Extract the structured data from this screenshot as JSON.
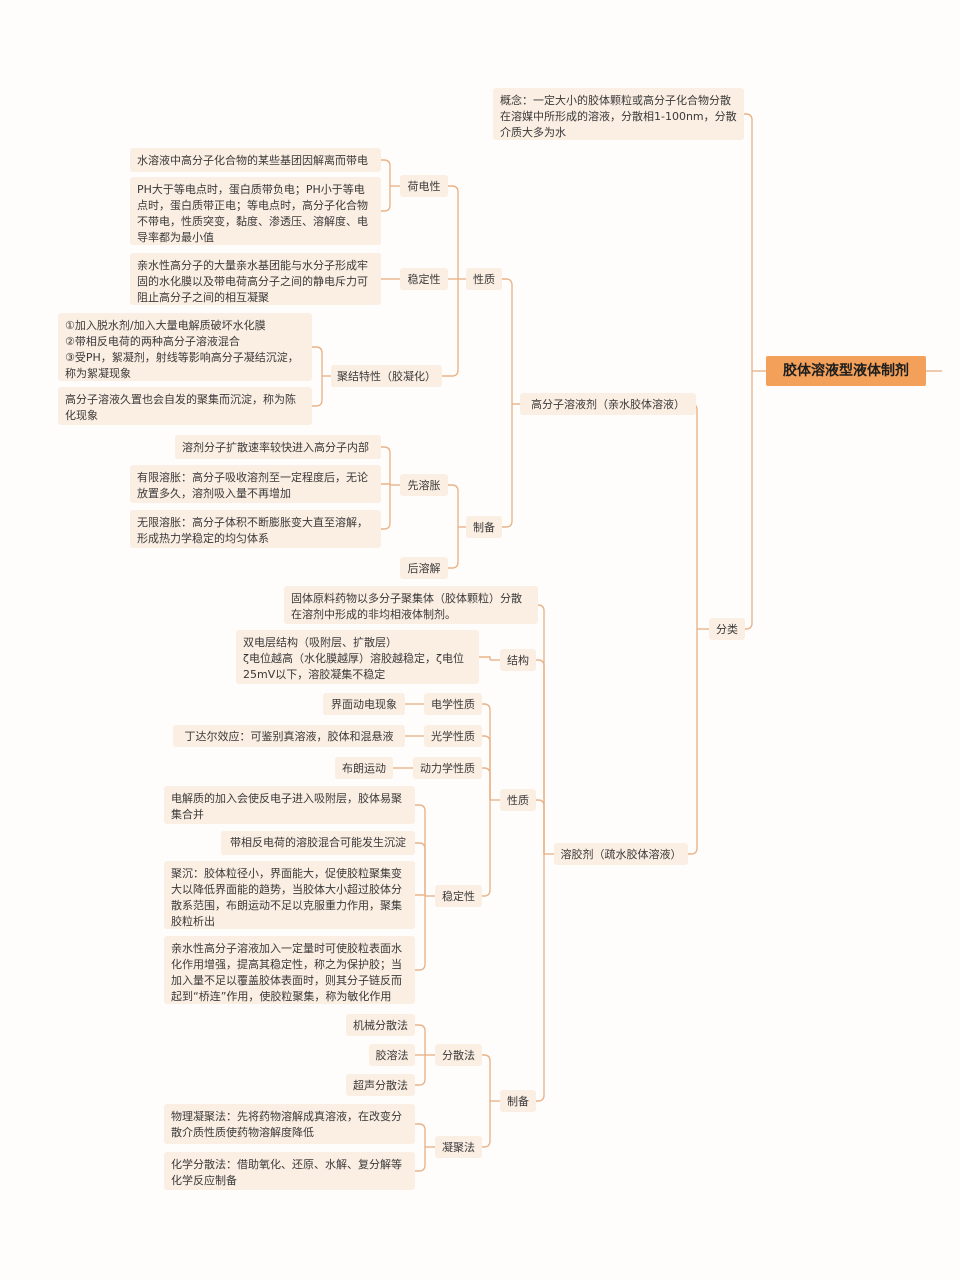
{
  "root": "胶体溶液型液体制剂",
  "concept": "概念：一定大小的胶体颗粒或高分子化合物分散在溶媒中所形成的溶液，分散相1-100nm，分散介质大多为水",
  "classify": "分类",
  "polymer": {
    "title": "高分子溶液剂（亲水胶体溶液）",
    "property": "性质",
    "charge": {
      "label": "荷电性",
      "items": [
        "水溶液中高分子化合物的某些基团因解离而带电",
        "PH大于等电点时，蛋白质带负电；PH小于等电点时，蛋白质带正电；等电点时，高分子化合物不带电，性质突变，黏度、渗透压、溶解度、电导率都为最小值"
      ]
    },
    "stability": {
      "label": "稳定性",
      "items": [
        "亲水性高分子的大量亲水基团能与水分子形成牢固的水化膜以及带电荷高分子之间的静电斥力可阻止高分子之间的相互凝聚"
      ]
    },
    "aggregation": {
      "label": "聚结特性（胶凝化）",
      "items": [
        "①加入脱水剂/加入大量电解质破坏水化膜\n②带相反电荷的两种高分子溶液混合\n③受PH，絮凝剂，射线等影响高分子凝结沉淀，称为絮凝现象",
        "高分子溶液久置也会自发的聚集而沉淀，称为陈化现象"
      ]
    },
    "prep": {
      "label": "制备",
      "swell": {
        "label": "先溶胀",
        "items": [
          "溶剂分子扩散速率较快进入高分子内部",
          "有限溶胀：高分子吸收溶剂至一定程度后，无论放置多久，溶剂吸入量不再增加",
          "无限溶胀：高分子体积不断膨胀变大直至溶解，形成热力学稳定的均匀体系"
        ]
      },
      "dissolve": "后溶解"
    }
  },
  "sol": {
    "title": "溶胶剂（疏水胶体溶液）",
    "definition": "固体原料药物以多分子聚集体（胶体颗粒）分散在溶剂中形成的非均相液体制剂。",
    "structure": {
      "label": "结构",
      "text": "双电层结构（吸附层、扩散层）\nζ电位越高（水化膜越厚）溶胶越稳定，ζ电位25mV以下，溶胶凝集不稳定"
    },
    "property": {
      "label": "性质",
      "electric": {
        "label": "电学性质",
        "text": "界面动电现象"
      },
      "optical": {
        "label": "光学性质",
        "text": "丁达尔效应：可鉴别真溶液，胶体和混悬液"
      },
      "kinetic": {
        "label": "动力学性质",
        "text": "布朗运动"
      },
      "stability": {
        "label": "稳定性",
        "items": [
          "电解质的加入会使反电子进入吸附层，胶体易聚集合并",
          "带相反电荷的溶胶混合可能发生沉淀",
          "聚沉：胶体粒径小，界面能大，促使胶粒聚集变大以降低界面能的趋势，当胶体大小超过胶体分散系范围，布朗运动不足以克服重力作用，聚集胶粒析出",
          "亲水性高分子溶液加入一定量时可使胶粒表面水化作用增强，提高其稳定性，称之为保护胶；当加入量不足以覆盖胶体表面时，则其分子链反而起到“桥连”作用，使胶粒聚集，称为敏化作用"
        ]
      }
    },
    "prep": {
      "label": "制备",
      "dispersion": {
        "label": "分散法",
        "items": [
          "机械分散法",
          "胶溶法",
          "超声分散法"
        ]
      },
      "condensation": {
        "label": "凝聚法",
        "items": [
          "物理凝聚法：先将药物溶解成真溶液，在改变分散介质性质使药物溶解度降低",
          "化学分散法：借助氧化、还原、水解、复分解等化学反应制备"
        ]
      }
    }
  },
  "colors": {
    "node": "#fbeee3",
    "root": "#f2a05a",
    "line": "#e9b48a"
  }
}
